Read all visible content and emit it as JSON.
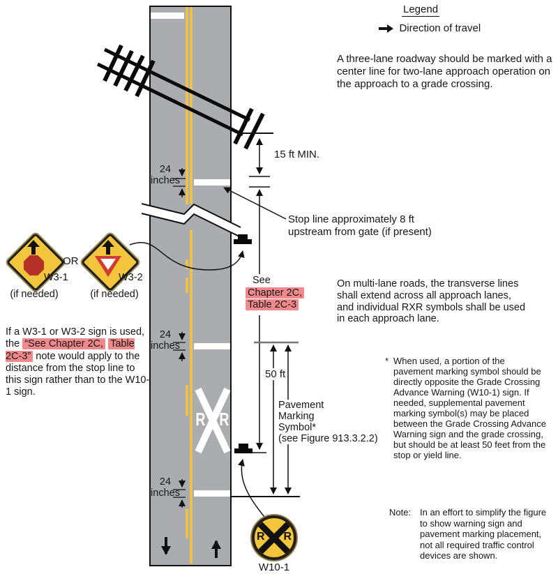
{
  "legend": {
    "title": "Legend",
    "direction_of_travel": "Direction of travel"
  },
  "notes": {
    "three_lane": "A three-lane roadway should be marked with a\ncenter line for two-lane approach operation on\nthe approach to a grade crossing.",
    "multi_lane": "On multi-lane roads, the transverse lines\nshall extend across all approach lanes,\nand individual RXR symbols shall be used\nin each approach lane.",
    "stop_line_callout": "Stop line approximately 8 ft\nupstream from gate (if present)",
    "asterisk_marker": "*",
    "asterisk_note": "When used, a portion of the\npavement marking symbol should be\ndirectly opposite the Grade Crossing\nAdvance Warning (W10-1) sign. If\nneeded, supplemental pavement\nmarking symbol(s) may be placed\nbetween the Grade Crossing Advance\nWarning sign and the grade crossing,\nbut should be at least 50 feet from the\nstop or yield line.",
    "note_label": "Note:",
    "simplify_note": "In an effort to simplify the figure\nto show warning sign and\npavement marking placement,\nnot all required traffic control\ndevices are shown.",
    "w3_note": {
      "pre": "If a W3-1 or W3-2 sign is used, the ",
      "highlight1": "“See Chapter 2C,",
      "separator": " ",
      "highlight2": "Table 2C-3”",
      "post": " note would apply to the distance from the stop line to this sign rather than to the W10-1 sign."
    }
  },
  "dimensions": {
    "track_to_stop_line": "15 ft MIN.",
    "transverse_line_width": "24\ninches",
    "symbol_offset": "50 ft",
    "see": "See",
    "see_chapter": "Chapter 2C,",
    "see_table": "Table 2C-3",
    "pavement_symbol_label": "Pavement\nMarking\nSymbol*\n(see Figure 913.3.2.2)"
  },
  "signs": {
    "or_label": "OR",
    "w3_1": {
      "code": "W3-1",
      "note": "(if needed)"
    },
    "w3_2": {
      "code": "W3-2",
      "note": "(if needed)"
    },
    "w10_1": {
      "code": "W10-1",
      "letter_left": "R",
      "letter_right": "R"
    }
  },
  "pavement": {
    "rxr_left": "R",
    "rxr_right": "R"
  },
  "colors": {
    "road_gray": "#ABACB0",
    "lane_yellow": "#EDC14C",
    "sign_yellow": "#F2C53D",
    "highlight_pink": "#F0898C",
    "stop_red": "#B53127",
    "yield_red": "#D23B2F",
    "line_black": "#111111"
  }
}
